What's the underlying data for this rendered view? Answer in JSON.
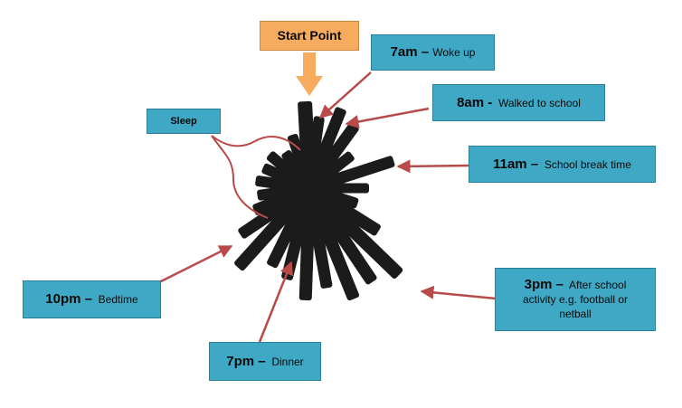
{
  "labels": {
    "start": "Start Point",
    "sleep": "Sleep",
    "wake": {
      "time": "7am",
      "sep": " – ",
      "activity": "Woke up"
    },
    "walk": {
      "time": "8am -",
      "activity": "Walked to school"
    },
    "break": {
      "time": "11am –",
      "activity": "School break time"
    },
    "after": {
      "time": "3pm –",
      "line1": "After school",
      "line2": "activity e.g. football or",
      "line3": "netball"
    },
    "bed": {
      "time": "10pm –",
      "activity": "Bedtime"
    },
    "dinner": {
      "time": "7pm –",
      "activity": "Dinner"
    }
  },
  "colors": {
    "box_fill": "#3fa8c4",
    "start_fill": "#f6ab5e",
    "arrow": "#b84a4a",
    "bars": "#1b1b1b"
  }
}
